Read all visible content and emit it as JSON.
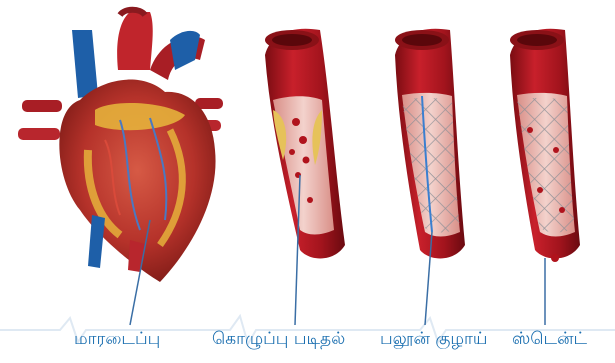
{
  "labels": {
    "heart": "மாரடைப்பு",
    "plaque": "கொழுப்பு படிதல்",
    "balloon": "பலூன் குழாய்",
    "stent": "ஸ்டென்ட்"
  },
  "icons": {
    "heart": "heart-icon",
    "plaque_artery": "artery-with-plaque-icon",
    "balloon_artery": "artery-with-balloon-catheter-icon",
    "stent_artery": "artery-with-stent-icon"
  },
  "colors": {
    "artery": "#b8141f",
    "artery_inner": "#e8b9b3",
    "plaque": "#e6c25a",
    "vein_blue": "#1e5fa8",
    "label_text": "#1b6fb0",
    "pointer_line": "#3a6ea5"
  }
}
